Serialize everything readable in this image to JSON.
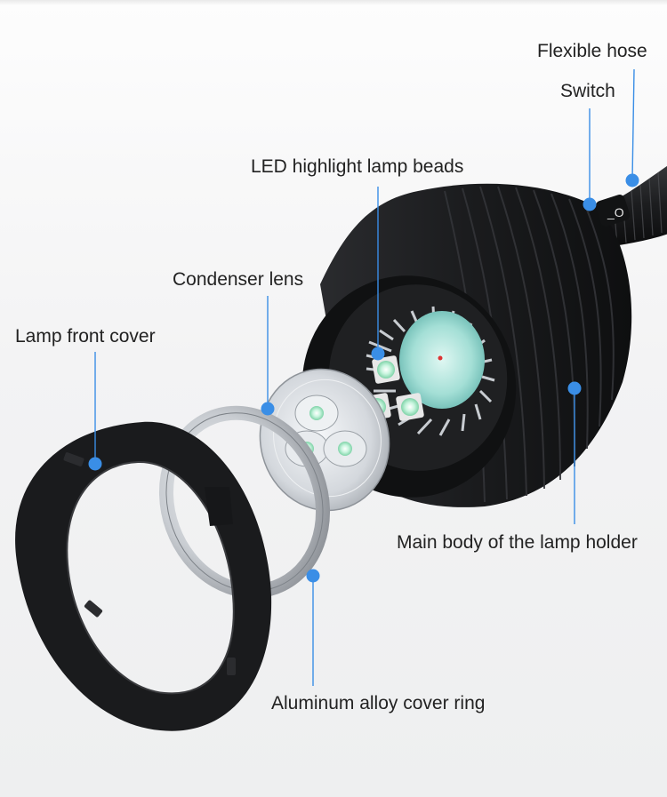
{
  "labels": {
    "flexible_hose": "Flexible hose",
    "switch": "Switch",
    "led_beads": "LED highlight lamp beads",
    "condenser_lens": "Condenser lens",
    "lamp_front_cover": "Lamp front cover",
    "main_body": "Main body of the lamp holder",
    "cover_ring": "Aluminum alloy cover ring"
  },
  "colors": {
    "accent": "#3a8ee6",
    "lamp_body": "#1b1c1e",
    "ring_metal": "#c9cdd2",
    "led_glow": "#bff0d9",
    "text": "#222222"
  }
}
